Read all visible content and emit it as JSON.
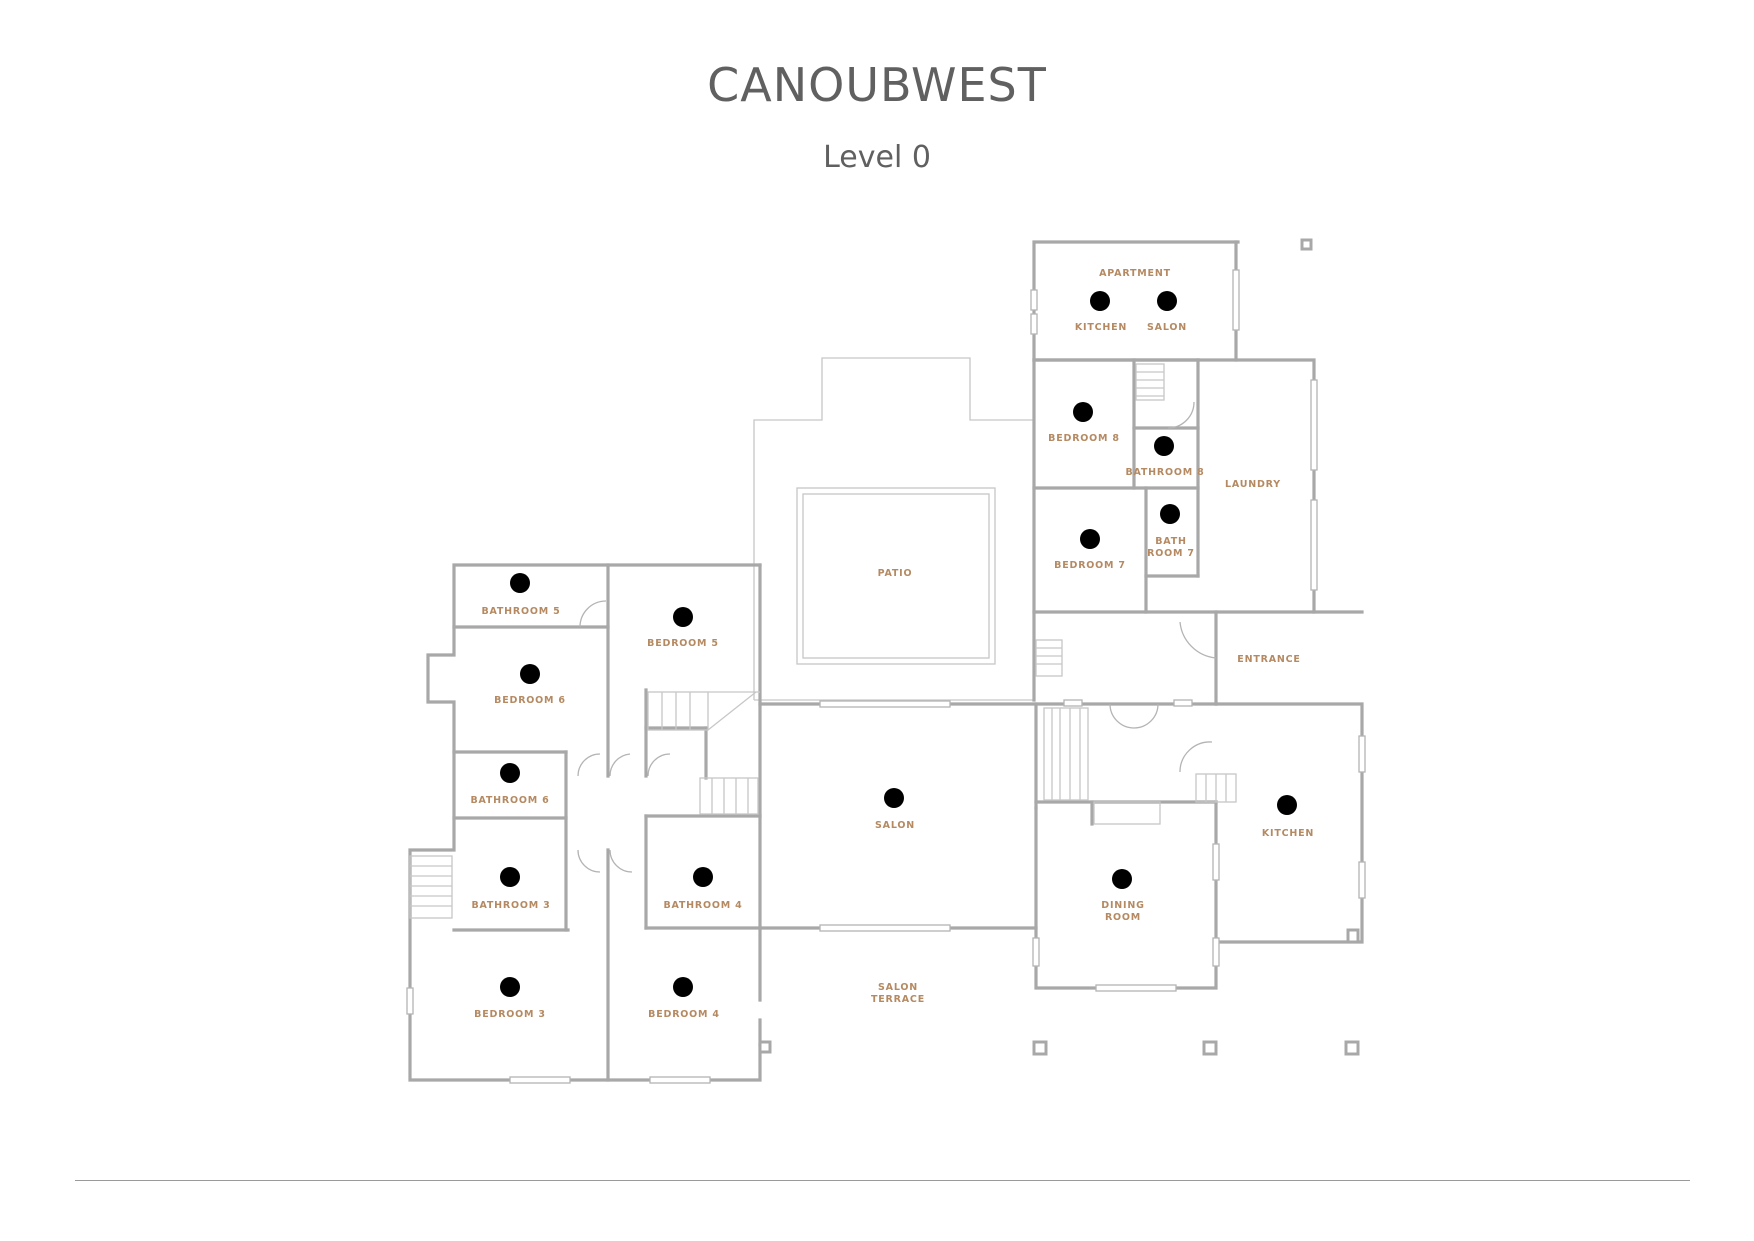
{
  "title": "CANOUBWEST",
  "subtitle": "Level 0",
  "colors": {
    "text": "#5f605f",
    "walls": "#a8a8a8",
    "labels": "#b58a62",
    "rule": "#9a9a9a"
  },
  "rooms": {
    "apartment": "APARTMENT",
    "apartment_kitchen": "KITCHEN",
    "apartment_salon": "SALON",
    "bedroom_8": "BEDROOM 8",
    "bathroom_8": "BATHROOM 8",
    "laundry": "LAUNDRY",
    "bedroom_7": "BEDROOM 7",
    "bath_room_7_line1": "BATH",
    "bath_room_7_line2": "ROOM 7",
    "patio": "PATIO",
    "entrance": "ENTRANCE",
    "bathroom_5": "BATHROOM 5",
    "bedroom_5": "BEDROOM 5",
    "bedroom_6": "BEDROOM 6",
    "bathroom_6": "BATHROOM 6",
    "salon": "SALON",
    "kitchen": "KITCHEN",
    "bathroom_3": "BATHROOM 3",
    "bathroom_4": "BATHROOM 4",
    "dining_room_line1": "DINING",
    "dining_room_line2": "ROOM",
    "salon_terrace_line1": "SALON",
    "salon_terrace_line2": "TERRACE",
    "bedroom_3": "BEDROOM 3",
    "bedroom_4": "BEDROOM 4"
  },
  "icons": {
    "bed": "bed-icon",
    "bath": "bath-icon",
    "kitchen": "stove-icon",
    "salon": "sofa-icon",
    "dining": "dining-icon"
  }
}
